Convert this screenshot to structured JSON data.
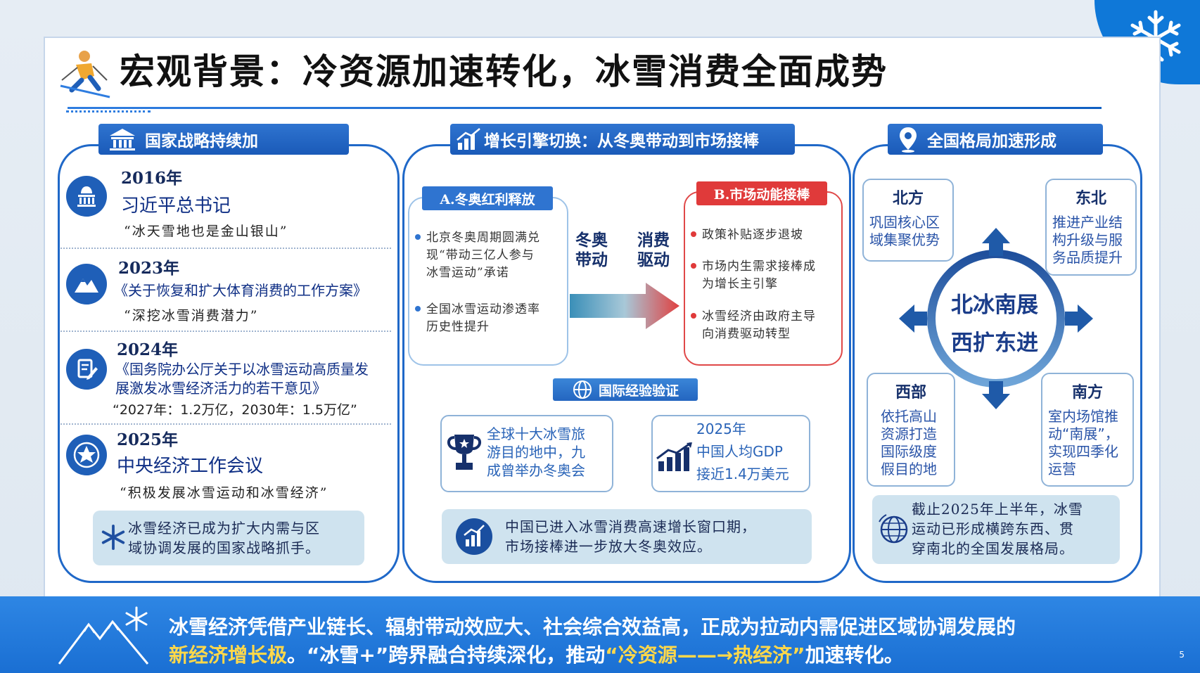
{
  "title": "宏观背景：冷资源加速转化，冰雪消费全面成势",
  "page_number": "5",
  "left": {
    "header": "国家战略持续加",
    "items": [
      {
        "year": "2016年",
        "event": "习近平总书记",
        "quote": "“冰天雪地也是金山银山”"
      },
      {
        "year": "2023年",
        "event": "《关于恢复和扩大体育消费的工作方案》",
        "quote": "“深挖冰雪消费潜力”"
      },
      {
        "year": "2024年",
        "event_l1": "《国务院办公厅关于以冰雪运动高质量发",
        "event_l2": "展激发冰雪经济活力的若干意见》",
        "quote": "“2027年：1.2万亿，2030年：1.5万亿”"
      },
      {
        "year": "2025年",
        "event": "中央经济工作会议",
        "quote": "“积极发展冰雪运动和冰雪经济”"
      }
    ],
    "note_l1": "冰雪经济已成为扩大内需与区",
    "note_l2": "域协调发展的国家战略抓手。"
  },
  "middle": {
    "header": "增长引擎切换：从冬奥带动到市场接棒",
    "a_header": "A.冬奥红利释放",
    "a_bullets": [
      [
        "北京冬奥周期圆满兑",
        "现“带动三亿人参与",
        "冰雪运动”承诺"
      ],
      [
        "全国冰雪运动渗透率",
        "历史性提升"
      ]
    ],
    "arrow_left_l1": "冬奥",
    "arrow_left_l2": "带动",
    "arrow_right_l1": "消费",
    "arrow_right_l2": "驱动",
    "b_header": "B.市场动能接棒",
    "b_bullets": [
      [
        "政策补贴逐步退坡"
      ],
      [
        "市场内生需求接棒成",
        "为增长主引擎"
      ],
      [
        "冰雪经济由政府主导",
        "向消费驱动转型"
      ]
    ],
    "intl_header": "国际经验验证",
    "card1": [
      "全球十大冰雪旅",
      "游目的地中，九",
      "成曾举办冬奥会"
    ],
    "card2": [
      "2025年",
      "中国人均GDP",
      "接近1.4万美元"
    ],
    "note_l1": "中国已进入冰雪消费高速增长窗口期，",
    "note_l2": "市场接棒进一步放大冬奥效应。",
    "colors": {
      "a": "#2f74d0",
      "b": "#e03a3a"
    }
  },
  "right": {
    "header": "全国格局加速形成",
    "north": {
      "title": "北方",
      "l1": "巩固核心区",
      "l2": "域集聚优势"
    },
    "northeast": {
      "title": "东北",
      "l1": "推进产业结",
      "l2": "构升级与服",
      "l3": "务品质提升"
    },
    "west": {
      "title": "西部",
      "l1": "依托高山",
      "l2": "资源打造",
      "l3": "国际级度",
      "l4": "假目的地"
    },
    "south": {
      "title": "南方",
      "l1": "室内场馆推",
      "l2": "动“南展”，",
      "l3": "实现四季化",
      "l4": "运营"
    },
    "center_l1": "北冰南展",
    "center_l2": "西扩东进",
    "note_l1": "截止2025年上半年，冰雪",
    "note_l2": "运动已形成横跨东西、贯",
    "note_l3": "穿南北的全国发展格局。"
  },
  "bottom": {
    "line1": "冰雪经济凭借产业链长、辐射带动效应大、社会综合效益高，正成为拉动内需促进区域协调发展的",
    "line2_a": "新经济增长极",
    "line2_b": "。“冰雪+”跨界融合持续深化，推动",
    "line2_c": "“冷资源——→热经济”",
    "line2_d": "加速转化。"
  }
}
